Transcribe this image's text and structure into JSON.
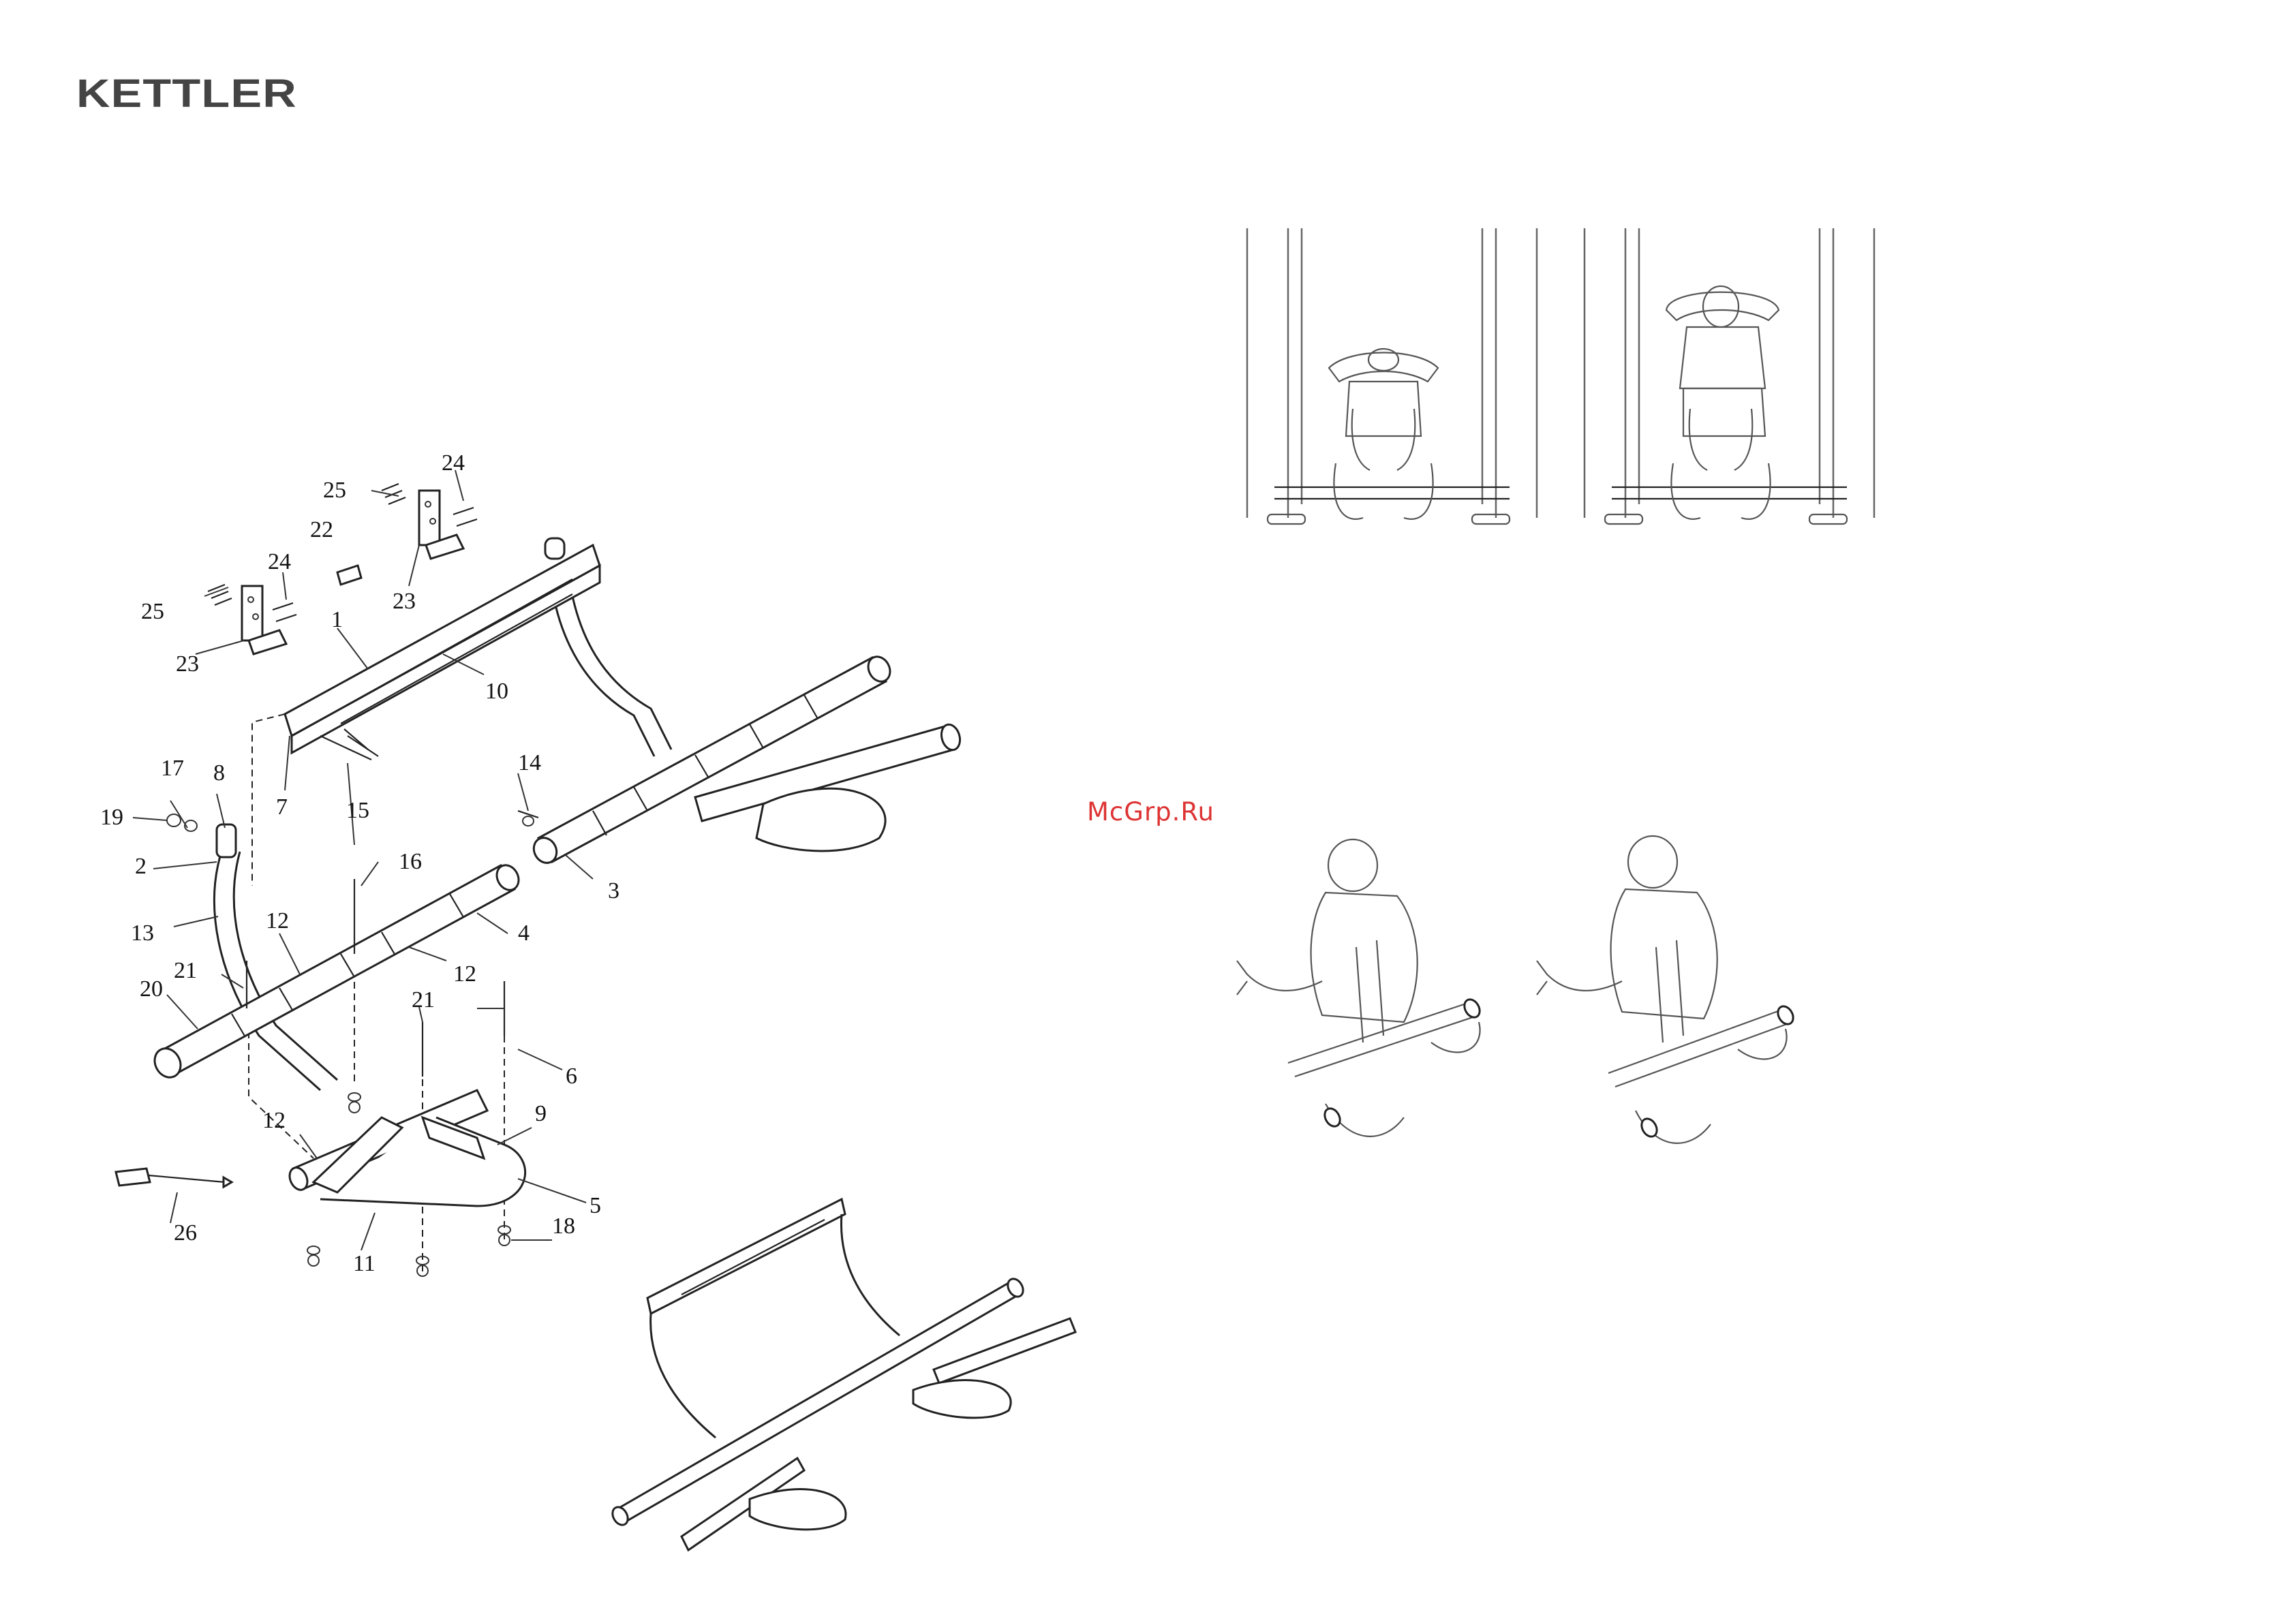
{
  "brand": {
    "logo_text": "KETTLER",
    "color": "#444444"
  },
  "watermark": {
    "text": "McGrp.Ru",
    "color": "#dd3333"
  },
  "exploded_view": {
    "part_labels": [
      "1",
      "2",
      "3",
      "4",
      "5",
      "6",
      "7",
      "8",
      "9",
      "10",
      "11",
      "12",
      "12",
      "12",
      "13",
      "14",
      "15",
      "16",
      "17",
      "18",
      "19",
      "20",
      "21",
      "21",
      "22",
      "23",
      "23",
      "24",
      "24",
      "25",
      "25",
      "26"
    ]
  },
  "illustrations": {
    "assembled_bar": "assembled-pull-up-bar",
    "situp_sequence": [
      "sit-up-position-down",
      "sit-up-position-up"
    ],
    "dip_sequence": [
      "dip-position-start",
      "dip-position-end"
    ]
  }
}
